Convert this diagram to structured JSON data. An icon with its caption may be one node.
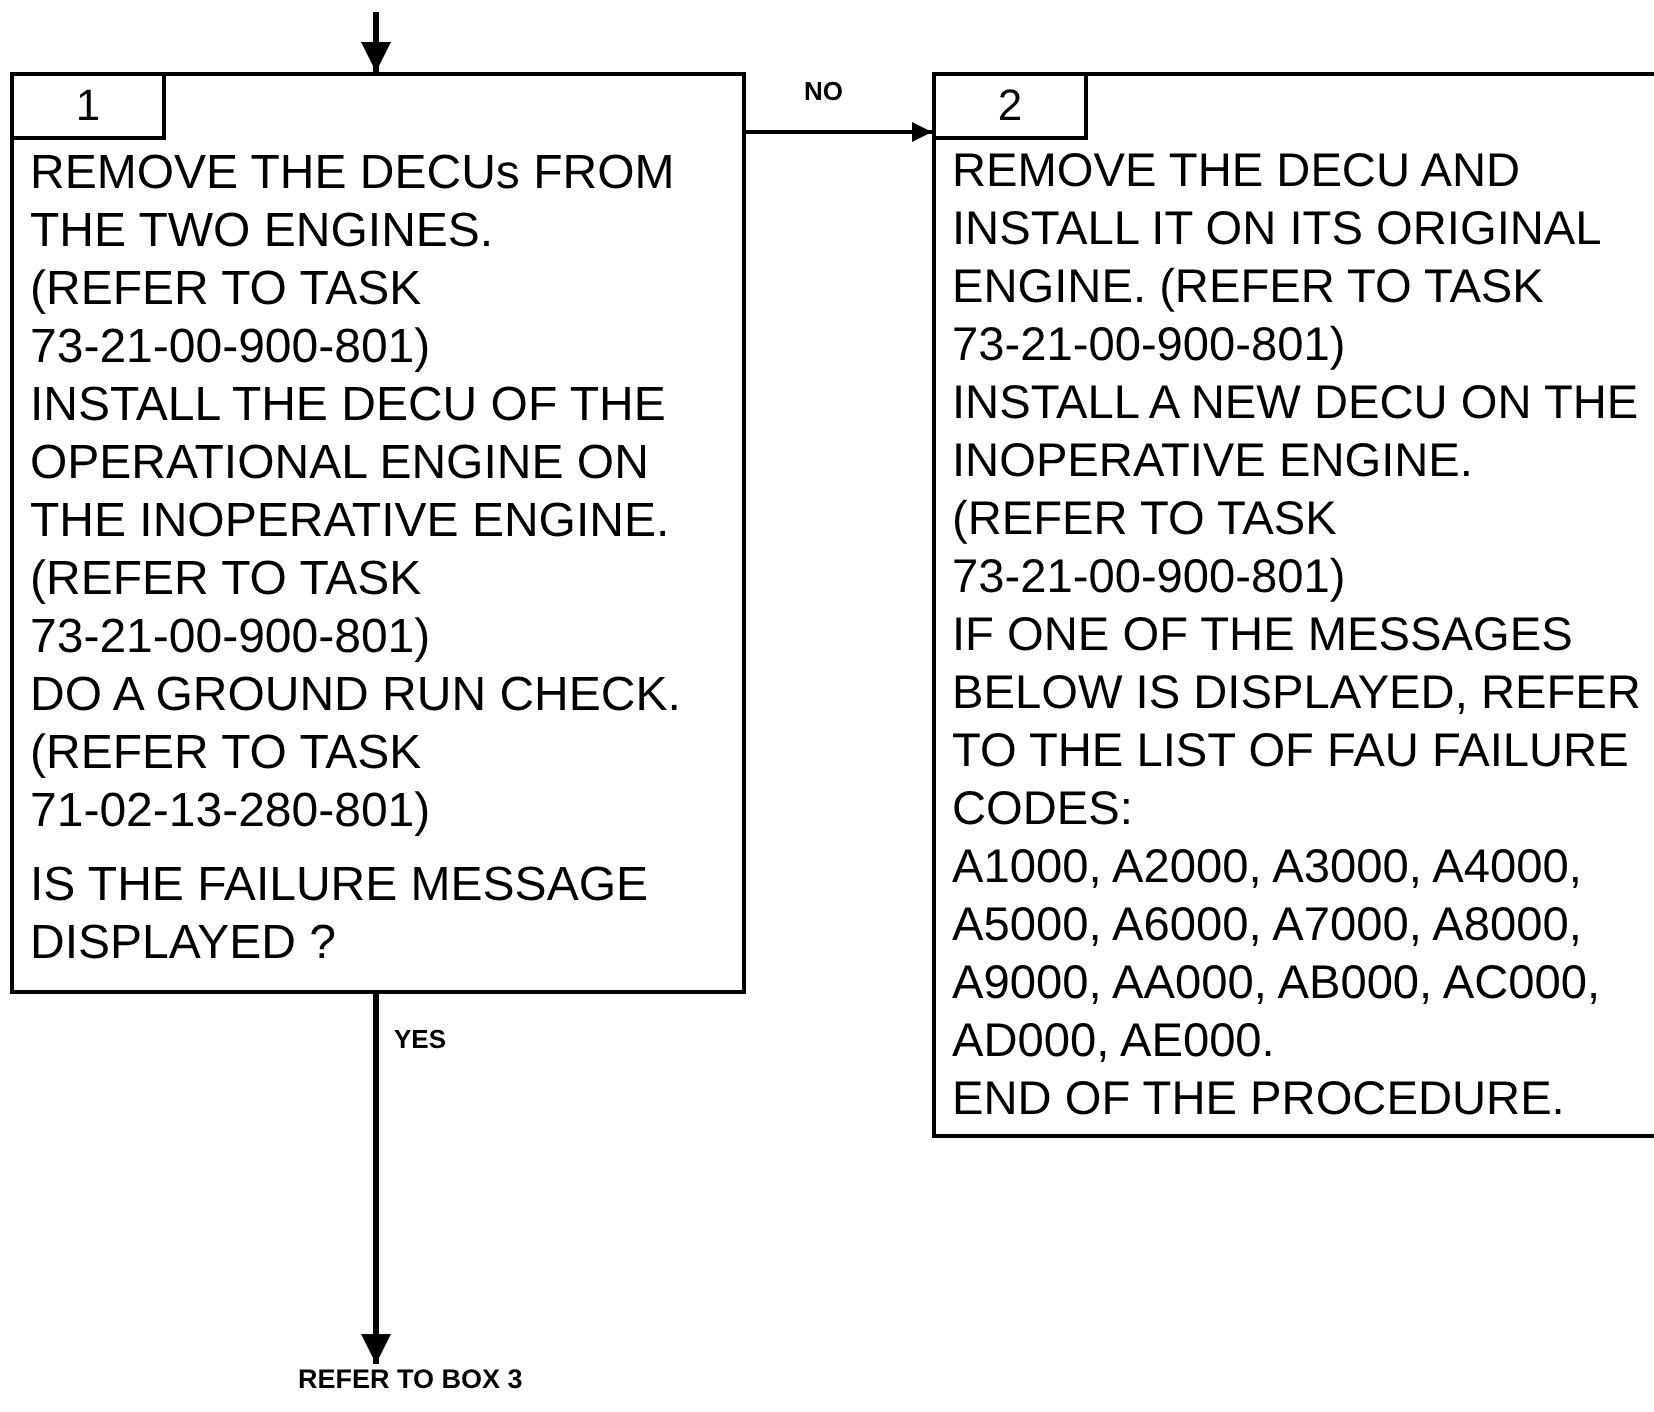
{
  "diagram": {
    "nodes": [
      {
        "text": [
          "1",
          "REMOVE THE DECUs FROM THE TWO ENGINES.",
          "(REFER TO TASK 73-21-00-900-801)",
          "INSTALL THE DECU OF THE OPERATIONAL ENGINE ON THE INOPERATIVE ENGINE.",
          "(REFER TO TASK 73-21-00-900-801)",
          "DO A GROUND RUN CHECK.",
          "(REFER TO TASK 71-02-13-280-801)",
          "IS THE FAILURE MESSAGE DISPLAYED ?"
        ]
      },
      {
        "text": [
          "2",
          "REMOVE THE DECU AND INSTALL IT ON ITS ORIGINAL ENGINE. (REFER TO TASK 73-21-00-900-801)",
          "INSTALL A NEW DECU ON THE INOPERATIVE ENGINE.",
          "(REFER TO TASK 73-21-00-900-801)",
          "IF ONE OF THE MESSAGES BELOW IS DISPLAYED, REFER TO THE LIST OF FAU FAILURE CODES:",
          "A1000, A2000, A3000, A4000, A5000, A6000, A7000, A8000, A9000, AA000, AB000, AC000, AD000, AE000.",
          "END OF THE PROCEDURE."
        ]
      },
      {
        "text": [
          "REFER TO BOX 3"
        ]
      }
    ],
    "edges": [
      {
        "from": null,
        "to": 0,
        "arrow": "to"
      },
      {
        "from": 0,
        "to": 1,
        "arrow": "to",
        "label": "NO"
      },
      {
        "from": 0,
        "to": 2,
        "arrow": "to",
        "label": "YES"
      }
    ]
  }
}
